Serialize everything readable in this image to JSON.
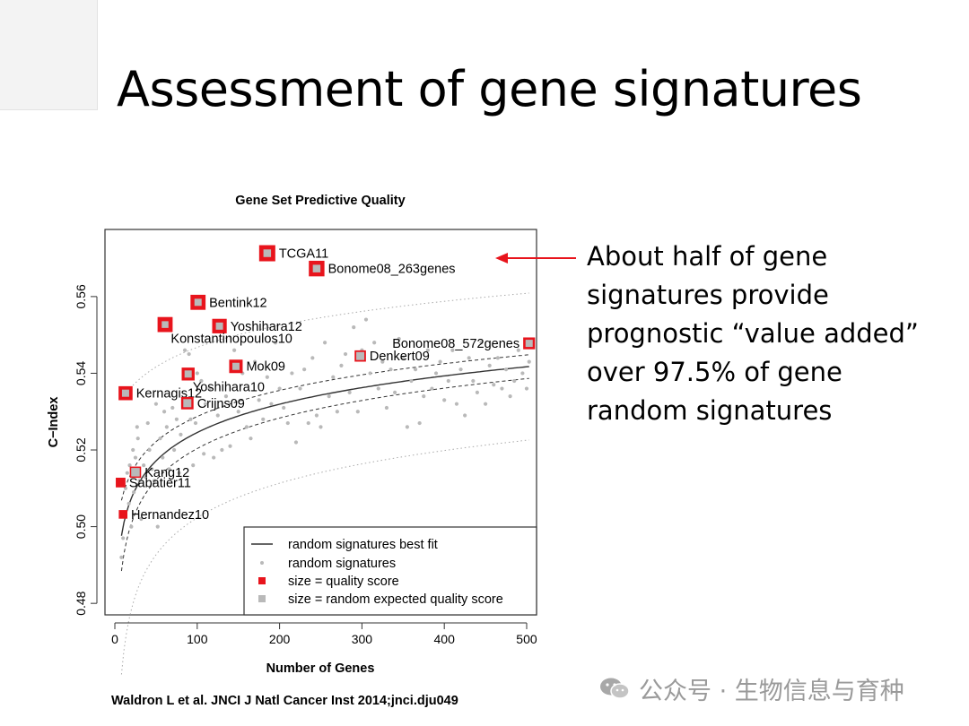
{
  "slide": {
    "title": "Assessment of gene signatures",
    "note_lines": [
      "About half of gene",
      "signatures provide",
      "prognostic “value added”",
      "over 97.5% of gene",
      "random signatures"
    ],
    "citation": "Waldron L et al. JNCI J Natl Cancer Inst 2014;jnci.dju049",
    "watermark": "公众号 · 生物信息与育种"
  },
  "colors": {
    "accent": "#e8141c",
    "grey": "#b9b9b9",
    "arrow": "#e8141c"
  },
  "chart_data": {
    "type": "scatter",
    "title": "Gene Set Predictive Quality",
    "xlabel": "Number of Genes",
    "ylabel": "C−Index",
    "xlim": [
      -12,
      512
    ],
    "ylim": [
      0.477,
      0.5775
    ],
    "xticks": [
      0,
      100,
      200,
      300,
      400,
      500
    ],
    "yticks": [
      0.48,
      0.5,
      0.52,
      0.54,
      0.56
    ],
    "ytick_labels": [
      "0.48",
      "0.50",
      "0.52",
      "0.54",
      "0.56"
    ],
    "grid": false,
    "legend": {
      "placement": "bottom-right",
      "entries": [
        {
          "label": "random signatures best fit",
          "symbol": "line"
        },
        {
          "label": "random signatures",
          "symbol": "dot"
        },
        {
          "label": "size = quality score",
          "symbol": "red-square"
        },
        {
          "label": "size = random expected quality score",
          "symbol": "grey-square"
        }
      ]
    },
    "signatures": [
      {
        "name": "TCGA11",
        "x": 185,
        "y": 0.5713,
        "quality": 1.0,
        "expected": 0.55,
        "label_pos": "right"
      },
      {
        "name": "Bonome08_263genes",
        "x": 245,
        "y": 0.5673,
        "quality": 0.95,
        "expected": 0.55,
        "label_pos": "right"
      },
      {
        "name": "Bentink12",
        "x": 101,
        "y": 0.5585,
        "quality": 0.9,
        "expected": 0.5,
        "label_pos": "right"
      },
      {
        "name": "Yoshihara12",
        "x": 127,
        "y": 0.5523,
        "quality": 0.85,
        "expected": 0.5,
        "label_pos": "right"
      },
      {
        "name": "Konstantinopoulos10",
        "x": 61,
        "y": 0.5527,
        "quality": 0.9,
        "expected": 0.45,
        "label_pos": "below-right"
      },
      {
        "name": "Bonome08_572genes",
        "x": 503,
        "y": 0.5478,
        "quality": 0.6,
        "expected": 0.5,
        "label_pos": "left"
      },
      {
        "name": "Denkert09",
        "x": 298,
        "y": 0.5445,
        "quality": 0.55,
        "expected": 0.6,
        "label_pos": "right"
      },
      {
        "name": "Mok09",
        "x": 147,
        "y": 0.5418,
        "quality": 0.75,
        "expected": 0.5,
        "label_pos": "right"
      },
      {
        "name": "Yoshihara10",
        "x": 89,
        "y": 0.5398,
        "quality": 0.7,
        "expected": 0.5,
        "label_pos": "below-right"
      },
      {
        "name": "Kernagis12",
        "x": 13,
        "y": 0.5348,
        "quality": 0.8,
        "expected": 0.5,
        "label_pos": "right"
      },
      {
        "name": "Crijns09",
        "x": 88,
        "y": 0.5322,
        "quality": 0.65,
        "expected": 0.6,
        "label_pos": "right"
      },
      {
        "name": "Kang12",
        "x": 25,
        "y": 0.5142,
        "quality": 0.55,
        "expected": 0.65,
        "label_pos": "right"
      },
      {
        "name": "Sabatier11",
        "x": 7,
        "y": 0.5115,
        "quality": 0.4,
        "expected": 0.0,
        "label_pos": "right"
      },
      {
        "name": "Hernandez10",
        "x": 10,
        "y": 0.5032,
        "quality": 0.3,
        "expected": 0.0,
        "label_pos": "right"
      }
    ],
    "random_signatures": [
      [
        8,
        0.492
      ],
      [
        10,
        0.497
      ],
      [
        12,
        0.503
      ],
      [
        13,
        0.51
      ],
      [
        15,
        0.514
      ],
      [
        17,
        0.506
      ],
      [
        18,
        0.516
      ],
      [
        20,
        0.5
      ],
      [
        22,
        0.52
      ],
      [
        23,
        0.509
      ],
      [
        25,
        0.518
      ],
      [
        27,
        0.526
      ],
      [
        28,
        0.523
      ],
      [
        30,
        0.512
      ],
      [
        32,
        0.502
      ],
      [
        35,
        0.516
      ],
      [
        37,
        0.513
      ],
      [
        40,
        0.527
      ],
      [
        42,
        0.52
      ],
      [
        45,
        0.515
      ],
      [
        48,
        0.512
      ],
      [
        50,
        0.532
      ],
      [
        52,
        0.5
      ],
      [
        55,
        0.523
      ],
      [
        58,
        0.518
      ],
      [
        60,
        0.53
      ],
      [
        63,
        0.526
      ],
      [
        66,
        0.515
      ],
      [
        70,
        0.531
      ],
      [
        72,
        0.52
      ],
      [
        75,
        0.528
      ],
      [
        78,
        0.514
      ],
      [
        80,
        0.524
      ],
      [
        85,
        0.546
      ],
      [
        86,
        0.532
      ],
      [
        90,
        0.545
      ],
      [
        92,
        0.528
      ],
      [
        95,
        0.516
      ],
      [
        98,
        0.527
      ],
      [
        100,
        0.54
      ],
      [
        105,
        0.538
      ],
      [
        108,
        0.519
      ],
      [
        110,
        0.532
      ],
      [
        115,
        0.536
      ],
      [
        120,
        0.518
      ],
      [
        125,
        0.529
      ],
      [
        130,
        0.52
      ],
      [
        135,
        0.534
      ],
      [
        140,
        0.521
      ],
      [
        145,
        0.546
      ],
      [
        150,
        0.53
      ],
      [
        155,
        0.54
      ],
      [
        160,
        0.526
      ],
      [
        165,
        0.523
      ],
      [
        170,
        0.543
      ],
      [
        175,
        0.533
      ],
      [
        180,
        0.528
      ],
      [
        185,
        0.539
      ],
      [
        190,
        0.532
      ],
      [
        195,
        0.548
      ],
      [
        200,
        0.536
      ],
      [
        205,
        0.531
      ],
      [
        210,
        0.527
      ],
      [
        215,
        0.54
      ],
      [
        220,
        0.522
      ],
      [
        225,
        0.536
      ],
      [
        230,
        0.541
      ],
      [
        235,
        0.527
      ],
      [
        240,
        0.544
      ],
      [
        245,
        0.529
      ],
      [
        250,
        0.526
      ],
      [
        255,
        0.548
      ],
      [
        260,
        0.534
      ],
      [
        265,
        0.539
      ],
      [
        270,
        0.53
      ],
      [
        275,
        0.542
      ],
      [
        280,
        0.545
      ],
      [
        285,
        0.535
      ],
      [
        290,
        0.552
      ],
      [
        295,
        0.53
      ],
      [
        300,
        0.546
      ],
      [
        305,
        0.554
      ],
      [
        310,
        0.54
      ],
      [
        315,
        0.548
      ],
      [
        320,
        0.536
      ],
      [
        325,
        0.543
      ],
      [
        330,
        0.531
      ],
      [
        335,
        0.541
      ],
      [
        340,
        0.535
      ],
      [
        345,
        0.549
      ],
      [
        350,
        0.544
      ],
      [
        355,
        0.526
      ],
      [
        360,
        0.538
      ],
      [
        365,
        0.541
      ],
      [
        370,
        0.527
      ],
      [
        375,
        0.534
      ],
      [
        380,
        0.546
      ],
      [
        385,
        0.536
      ],
      [
        390,
        0.54
      ],
      [
        395,
        0.543
      ],
      [
        400,
        0.533
      ],
      [
        405,
        0.538
      ],
      [
        410,
        0.546
      ],
      [
        415,
        0.532
      ],
      [
        420,
        0.541
      ],
      [
        425,
        0.529
      ],
      [
        430,
        0.544
      ],
      [
        435,
        0.538
      ],
      [
        440,
        0.535
      ],
      [
        445,
        0.548
      ],
      [
        450,
        0.532
      ],
      [
        455,
        0.542
      ],
      [
        460,
        0.537
      ],
      [
        465,
        0.544
      ],
      [
        470,
        0.536
      ],
      [
        475,
        0.541
      ],
      [
        480,
        0.534
      ],
      [
        485,
        0.538
      ],
      [
        490,
        0.546
      ],
      [
        495,
        0.54
      ],
      [
        500,
        0.536
      ],
      [
        503,
        0.543
      ]
    ],
    "fit": {
      "a": 0.4755,
      "b": 0.01065
    },
    "ci_inner": 0.0022,
    "ci_outer": 0.0167
  }
}
